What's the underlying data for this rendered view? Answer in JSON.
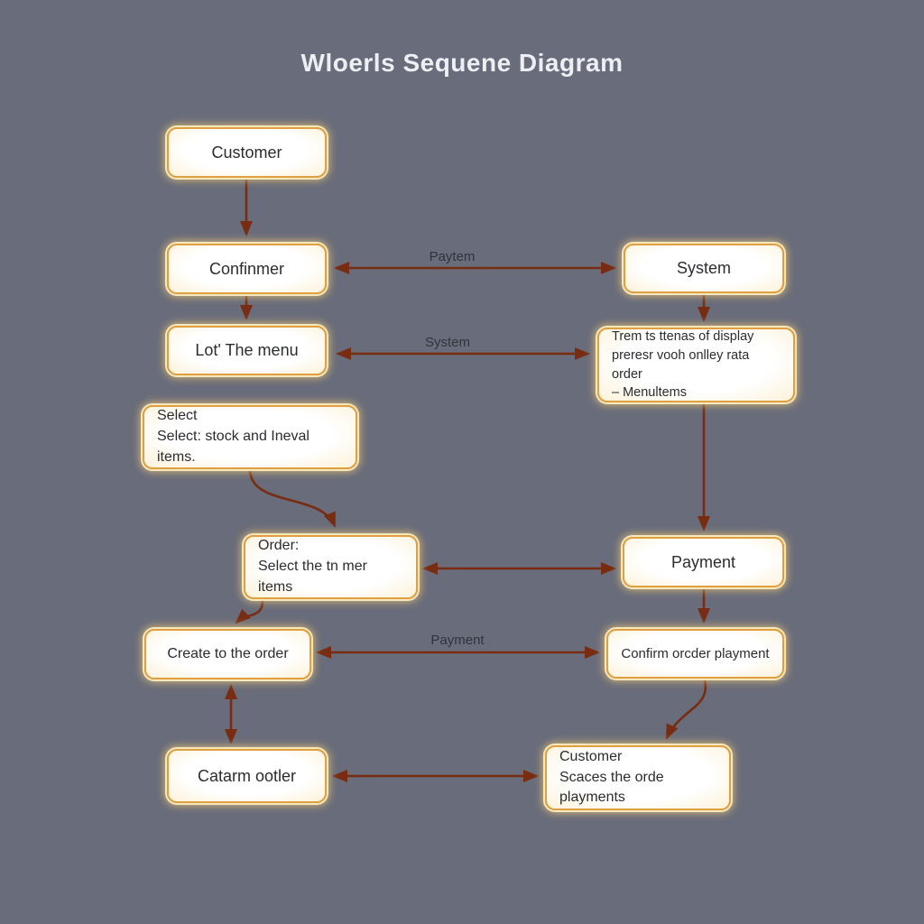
{
  "title": "Wloerls Sequene Diagram",
  "colors": {
    "background": "#696c7a",
    "box_fill": "#fffdf6",
    "box_border": "#dfa041",
    "arrow": "#782c12",
    "title_text": "#edeff3",
    "box_text": "#2b2c30"
  },
  "nodes": {
    "customer_top": {
      "lines": [
        "Customer"
      ]
    },
    "confinmer": {
      "lines": [
        "Confinmer"
      ]
    },
    "system": {
      "lines": [
        "System"
      ]
    },
    "lot_the_menu": {
      "lines": [
        "Lot' The menu"
      ]
    },
    "trem_display": {
      "lines": [
        "Trem ts ttenas of display",
        "preresr vooh onlley rata order",
        "– Menultems"
      ]
    },
    "select": {
      "lines": [
        "Select",
        "Select: stock and Ineval items."
      ]
    },
    "order": {
      "lines": [
        "Order:",
        "Select the tn mer items"
      ]
    },
    "payment": {
      "lines": [
        "Payment"
      ]
    },
    "create_order": {
      "lines": [
        "Create to the order"
      ]
    },
    "confirm_payment": {
      "lines": [
        "Confirm orcder playment"
      ]
    },
    "catarm_ootler": {
      "lines": [
        "Catarm ootler"
      ]
    },
    "customer_bottom": {
      "lines": [
        "Customer",
        "Scaces the orde playments"
      ]
    }
  },
  "edge_labels": {
    "paytem": "Paytem",
    "system": "System",
    "payment": "Payment"
  }
}
